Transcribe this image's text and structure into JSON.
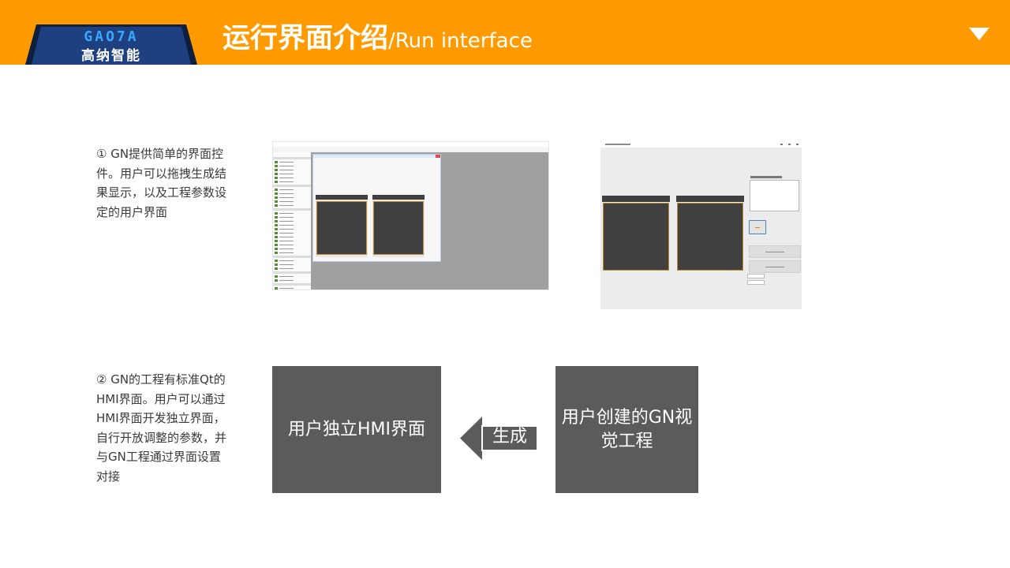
{
  "header": {
    "logo_brand": "GAO7A",
    "logo_cn": "高纳智能",
    "title_cn": "运行界面介绍",
    "title_en": "/Run interface",
    "bg_color": "#ff9a00",
    "logo_color": "#1e3f7a"
  },
  "descriptions": {
    "item1": "① GN提供简单的界面控件。用户可以拖拽生成结果显示，以及工程参数设定的用户界面",
    "item2": "② GN的工程有标准Qt的HMI界面。用户可以通过HMI界面开发独立界面，自行开放调整的参数，并与GN工程通过界面设置对接"
  },
  "flow": {
    "left_box": "用户独立HMI界面",
    "arrow_label": "生成",
    "right_box": "用户创建的GN视觉工程",
    "box_color": "#5b5b5b"
  },
  "icons": {
    "menu_toggle": "triangle-down-icon"
  }
}
